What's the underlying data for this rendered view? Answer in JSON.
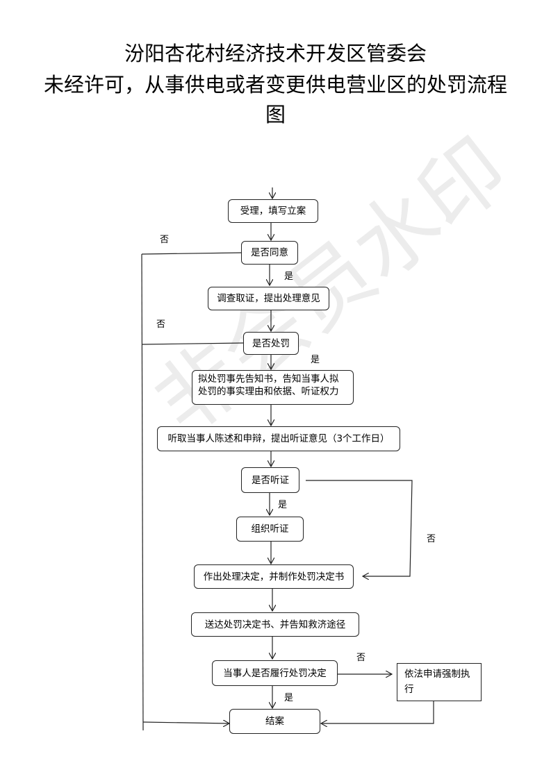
{
  "title": {
    "line1": "汾阳杏花村经济技术开发区管委会",
    "line2": "未经许可，从事供电或者变更供电营业区的处罚流程",
    "line3": "图"
  },
  "watermark": "非会员水印",
  "nodes": {
    "accept": "受理，填写立案",
    "agree": "是否同意",
    "investigate": "调查取证，提出处理意见",
    "punish": "是否处罚",
    "notify": "拟处罚事先告知书，告知当事人拟处罚的事实理由和依据、听证权力",
    "hear": "听取当事人陈述和申辩，提出听证意见（3个工作日）",
    "hearing_q": "是否听证",
    "organize": "组织听证",
    "decide": "作出处理决定，并制作处罚决定书",
    "deliver": "送达处罚决定书、并告知救济途径",
    "perform_q": "当事人是否履行处罚决定",
    "enforce": "依法申请强制执行",
    "close": "结案"
  },
  "labels": {
    "no1": "否",
    "yes1": "是",
    "no2": "否",
    "yes2": "是",
    "yes3": "是",
    "no3": "否",
    "no4": "否",
    "yes4": "是"
  }
}
